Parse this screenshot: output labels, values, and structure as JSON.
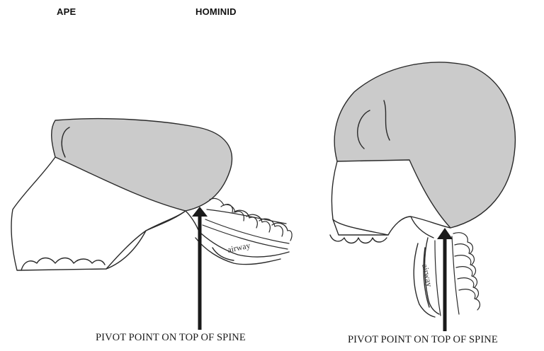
{
  "headings": {
    "ape": "APE",
    "hominid": "HOMINID"
  },
  "labels": {
    "airway": "airway"
  },
  "captions": {
    "ape": "PIVOT POINT ON TOP OF SPINE",
    "hominid": "PIVOT POINT ON TOP OF SPINE"
  },
  "colors": {
    "brain_fill": "#cbcbcb",
    "line": "#2a2a2a",
    "arrow": "#1a1a1a"
  }
}
